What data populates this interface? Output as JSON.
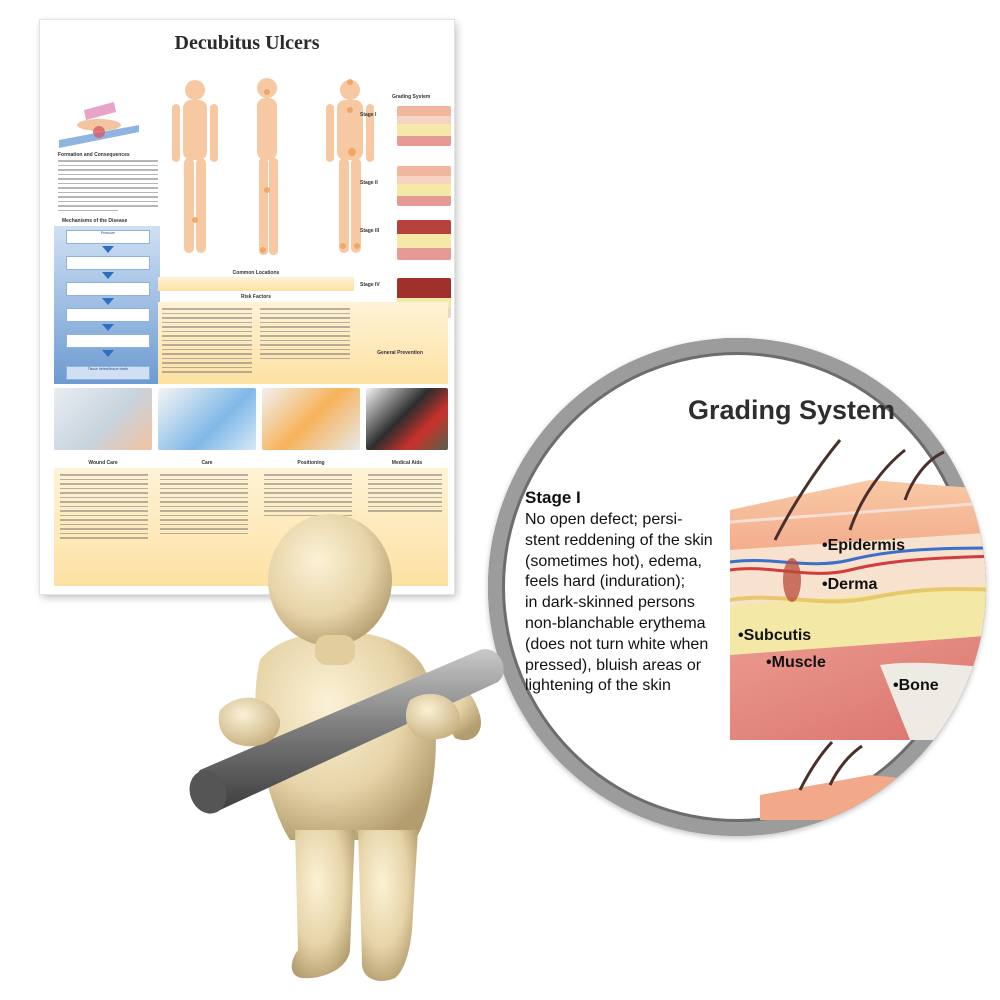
{
  "poster": {
    "title": "Decubitus Ulcers",
    "sections": {
      "formation": "Formation and Consequences",
      "mechanisms": "Mechanisms of the Disease",
      "grading": "Grading System",
      "common_locations": "Common Locations",
      "risk_factors": "Risk Factors",
      "general_prevention": "General Prevention",
      "wound_care": "Wound Care",
      "care": "Care",
      "positioning": "Positioning",
      "medical_aids": "Medical Aids"
    },
    "stages": [
      "Stage I",
      "Stage II",
      "Stage III",
      "Stage IV"
    ],
    "flow": [
      "Pressure",
      "",
      "",
      "",
      "",
      "",
      "",
      "Tissue defect/tissue death"
    ]
  },
  "magnifier": {
    "title": "Grading System",
    "stage_heading": "Stage I",
    "stage_text": "No open defect; persi-\nstent reddening of the skin\n(sometimes hot), edema,\nfeels hard (induration);\nin dark-skinned persons\nnon-blanchable erythema\n(does not turn white when\npressed), bluish areas or\nlightening of the skin",
    "layers": {
      "epidermis": "Epidermis",
      "derma": "Derma",
      "subcutis": "Subcutis",
      "muscle": "Muscle",
      "bone": "Bone"
    }
  }
}
